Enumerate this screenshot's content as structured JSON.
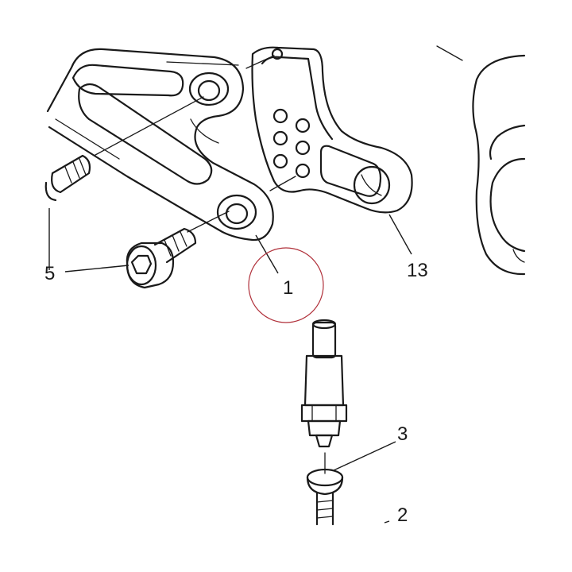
{
  "diagram": {
    "callouts": [
      {
        "id": "5",
        "label": "5"
      },
      {
        "id": "1",
        "label": "1"
      },
      {
        "id": "13",
        "label": "13"
      },
      {
        "id": "3",
        "label": "3"
      },
      {
        "id": "2",
        "label": "2"
      }
    ],
    "highlight_color": "#b0303a",
    "line_color": "#1a1a1a"
  }
}
